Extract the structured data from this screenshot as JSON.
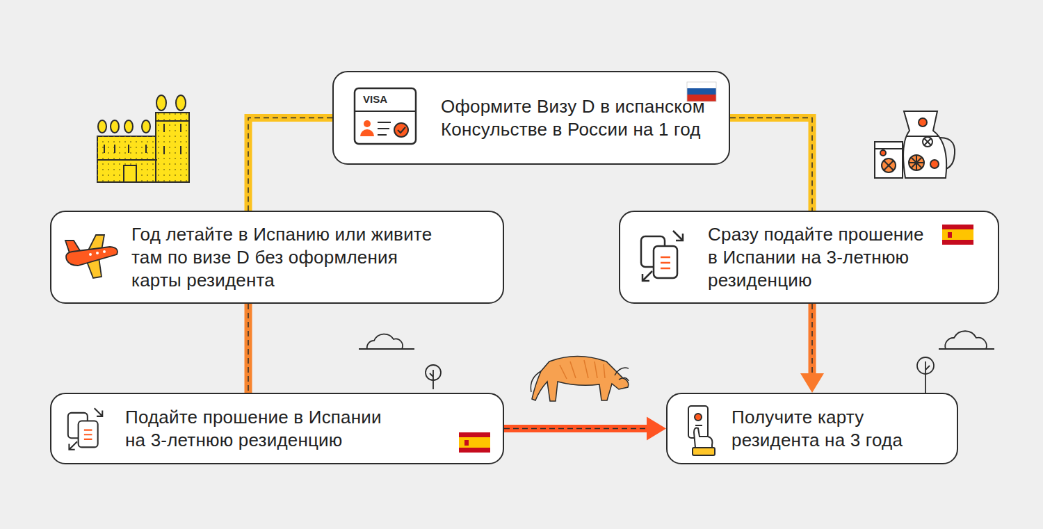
{
  "diagram": {
    "nodes": [
      {
        "text": [
          "Оформите Визу D в испанском Консульстве в России на 1 год"
        ]
      },
      {
        "text": [
          "Год летайте в Испанию или живите там по визе D без оформления карты резидента"
        ]
      },
      {
        "text": [
          "Сразу подайте прошение в Испании на 3-летнюю резиденцию"
        ]
      },
      {
        "text": [
          "Подайте прошение в Испании на 3-летнюю резиденцию"
        ]
      },
      {
        "text": [
          "Получите карту резидента на 3 года"
        ]
      }
    ],
    "edges": [
      {
        "from": 0,
        "to": 1,
        "arrow": "none"
      },
      {
        "from": 0,
        "to": 2,
        "arrow": "none"
      },
      {
        "from": 1,
        "to": 3,
        "arrow": "none"
      },
      {
        "from": 2,
        "to": 4,
        "arrow": "to"
      },
      {
        "from": 3,
        "to": 4,
        "arrow": "to"
      }
    ],
    "labels": [
      "VISA"
    ]
  }
}
